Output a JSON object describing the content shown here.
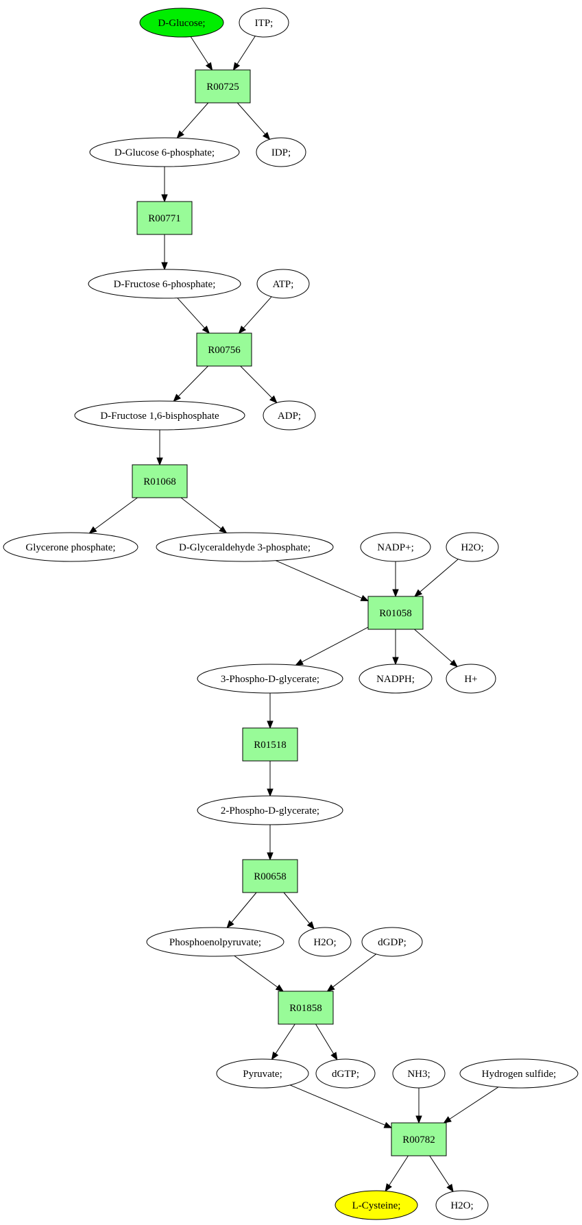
{
  "colors": {
    "background": "#ffffff",
    "reaction_fill": "#98fb98",
    "metabolite_fill": "#ffffff",
    "start_fill": "#00ee00",
    "end_fill": "#ffff00",
    "stroke": "#000000"
  },
  "nodes": {
    "glucose": {
      "label": "D-Glucose;",
      "kind": "start"
    },
    "itp": {
      "label": "ITP;",
      "kind": "metabolite"
    },
    "r00725": {
      "label": "R00725",
      "kind": "reaction"
    },
    "g6p": {
      "label": "D-Glucose 6-phosphate;",
      "kind": "metabolite"
    },
    "idp": {
      "label": "IDP;",
      "kind": "metabolite"
    },
    "r00771": {
      "label": "R00771",
      "kind": "reaction"
    },
    "f6p": {
      "label": "D-Fructose 6-phosphate;",
      "kind": "metabolite"
    },
    "atp": {
      "label": "ATP;",
      "kind": "metabolite"
    },
    "r00756": {
      "label": "R00756",
      "kind": "reaction"
    },
    "f16bp": {
      "label": "D-Fructose 1,6-bisphosphate",
      "kind": "metabolite"
    },
    "adp": {
      "label": "ADP;",
      "kind": "metabolite"
    },
    "r01068": {
      "label": "R01068",
      "kind": "reaction"
    },
    "dhap": {
      "label": "Glycerone phosphate;",
      "kind": "metabolite"
    },
    "g3p": {
      "label": "D-Glyceraldehyde 3-phosphate;",
      "kind": "metabolite"
    },
    "nadp": {
      "label": "NADP+;",
      "kind": "metabolite"
    },
    "h2o_1": {
      "label": "H2O;",
      "kind": "metabolite"
    },
    "r01058": {
      "label": "R01058",
      "kind": "reaction"
    },
    "pg3": {
      "label": "3-Phospho-D-glycerate;",
      "kind": "metabolite"
    },
    "nadph": {
      "label": "NADPH;",
      "kind": "metabolite"
    },
    "hplus": {
      "label": "H+",
      "kind": "metabolite"
    },
    "r01518": {
      "label": "R01518",
      "kind": "reaction"
    },
    "pg2": {
      "label": "2-Phospho-D-glycerate;",
      "kind": "metabolite"
    },
    "r00658": {
      "label": "R00658",
      "kind": "reaction"
    },
    "pep": {
      "label": "Phosphoenolpyruvate;",
      "kind": "metabolite"
    },
    "h2o_2": {
      "label": "H2O;",
      "kind": "metabolite"
    },
    "dgdp": {
      "label": "dGDP;",
      "kind": "metabolite"
    },
    "r01858": {
      "label": "R01858",
      "kind": "reaction"
    },
    "pyruvate": {
      "label": "Pyruvate;",
      "kind": "metabolite"
    },
    "dgtp": {
      "label": "dGTP;",
      "kind": "metabolite"
    },
    "nh3": {
      "label": "NH3;",
      "kind": "metabolite"
    },
    "h2s": {
      "label": "Hydrogen sulfide;",
      "kind": "metabolite"
    },
    "r00782": {
      "label": "R00782",
      "kind": "reaction"
    },
    "cysteine": {
      "label": "L-Cysteine;",
      "kind": "end"
    },
    "h2o_3": {
      "label": "H2O;",
      "kind": "metabolite"
    }
  },
  "edges": [
    [
      "glucose",
      "r00725"
    ],
    [
      "itp",
      "r00725"
    ],
    [
      "r00725",
      "g6p"
    ],
    [
      "r00725",
      "idp"
    ],
    [
      "g6p",
      "r00771"
    ],
    [
      "r00771",
      "f6p"
    ],
    [
      "f6p",
      "r00756"
    ],
    [
      "atp",
      "r00756"
    ],
    [
      "r00756",
      "f16bp"
    ],
    [
      "r00756",
      "adp"
    ],
    [
      "f16bp",
      "r01068"
    ],
    [
      "r01068",
      "dhap"
    ],
    [
      "r01068",
      "g3p"
    ],
    [
      "g3p",
      "r01058"
    ],
    [
      "nadp",
      "r01058"
    ],
    [
      "h2o_1",
      "r01058"
    ],
    [
      "r01058",
      "pg3"
    ],
    [
      "r01058",
      "nadph"
    ],
    [
      "r01058",
      "hplus"
    ],
    [
      "pg3",
      "r01518"
    ],
    [
      "r01518",
      "pg2"
    ],
    [
      "pg2",
      "r00658"
    ],
    [
      "r00658",
      "pep"
    ],
    [
      "r00658",
      "h2o_2"
    ],
    [
      "pep",
      "r01858"
    ],
    [
      "dgdp",
      "r01858"
    ],
    [
      "r01858",
      "pyruvate"
    ],
    [
      "r01858",
      "dgtp"
    ],
    [
      "pyruvate",
      "r00782"
    ],
    [
      "nh3",
      "r00782"
    ],
    [
      "h2s",
      "r00782"
    ],
    [
      "r00782",
      "cysteine"
    ],
    [
      "r00782",
      "h2o_3"
    ]
  ]
}
